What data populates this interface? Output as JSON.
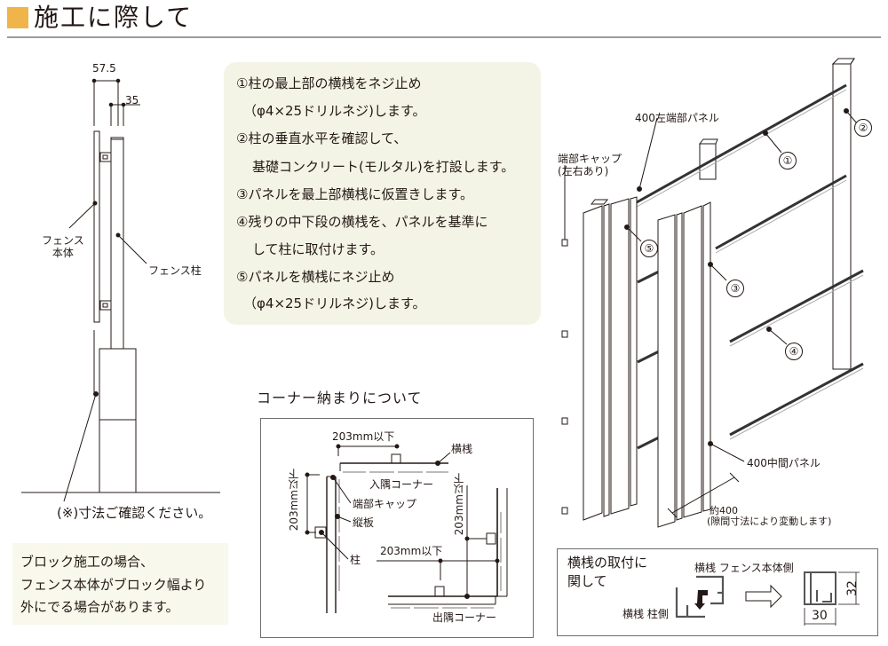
{
  "header": {
    "title": "施工に際して",
    "accent_color": "#f0b54a"
  },
  "side_diagram": {
    "dim_total": "57.5",
    "dim_post": "35",
    "label_fence_body": [
      "フェンス",
      "本体"
    ],
    "label_fence_post": "フェンス柱",
    "caption": "(※)寸法ご確認ください。"
  },
  "steps": {
    "lines": [
      "①柱の最上部の横桟をネジ止め",
      "（φ4×25ドリルネジ)します。",
      "②柱の垂直水平を確認して、",
      "基礎コンクリート(モルタル)を打設します。",
      "③パネルを最上部横桟に仮置きします。",
      "④残りの中下段の横桟を、パネルを基準に",
      "して柱に取付けます。",
      "⑤パネルを横桟にネジ止め",
      "（φ4×25ドリルネジ)します。"
    ]
  },
  "block_note": {
    "lines": [
      "ブロック施工の場合、",
      "フェンス本体がブロック幅より",
      "外にでる場合があります。"
    ]
  },
  "corner": {
    "title": "コーナー納まりについて",
    "dim_top": "203mm以下",
    "label_rail": "横桟",
    "label_inside_corner": "入隅コーナー",
    "dim_left_vertical": "203mm以下",
    "label_end_cap": "端部キャップ",
    "label_vertical_board": "縦板",
    "label_post": "柱",
    "dim_right_vertical": "203mm以下",
    "dim_bottom": "203mm以下",
    "label_outside_corner": "出隅コーナー"
  },
  "assembly": {
    "label_left_end_panel": "400左端部パネル",
    "label_end_cap": [
      "端部キャップ",
      "(左右あり)"
    ],
    "callouts": [
      "①",
      "②",
      "③",
      "④",
      "⑤"
    ],
    "label_middle_panel": "400中間パネル",
    "dim_width": "約400",
    "dim_note": "(隙間寸法により変動します)"
  },
  "rail_attach": {
    "title": [
      "横桟の取付に",
      "関して"
    ],
    "label_fence_side": "横桟  フェンス本体側",
    "label_post_side": "横桟  柱側",
    "dim_height": "32",
    "dim_width": "30"
  }
}
